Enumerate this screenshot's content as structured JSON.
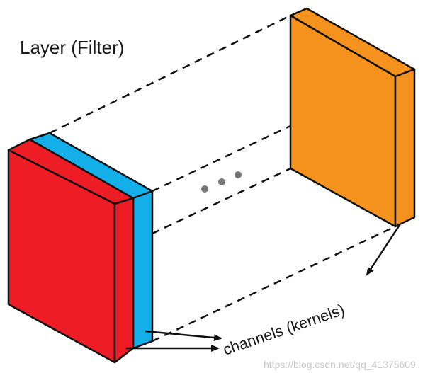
{
  "title": "Layer (Filter)",
  "channels_label": "channels (kernels)",
  "watermark": "https://blog.csdn.net/qq_41375609",
  "colors": {
    "red_channel": "#ee1c25",
    "blue_channel": "#14aee8",
    "orange_channel": "#f5921e",
    "line": "#111111",
    "ellipsis_dots": "#777777"
  },
  "icons": [
    "ellipsis-icon",
    "arrow-icon"
  ]
}
